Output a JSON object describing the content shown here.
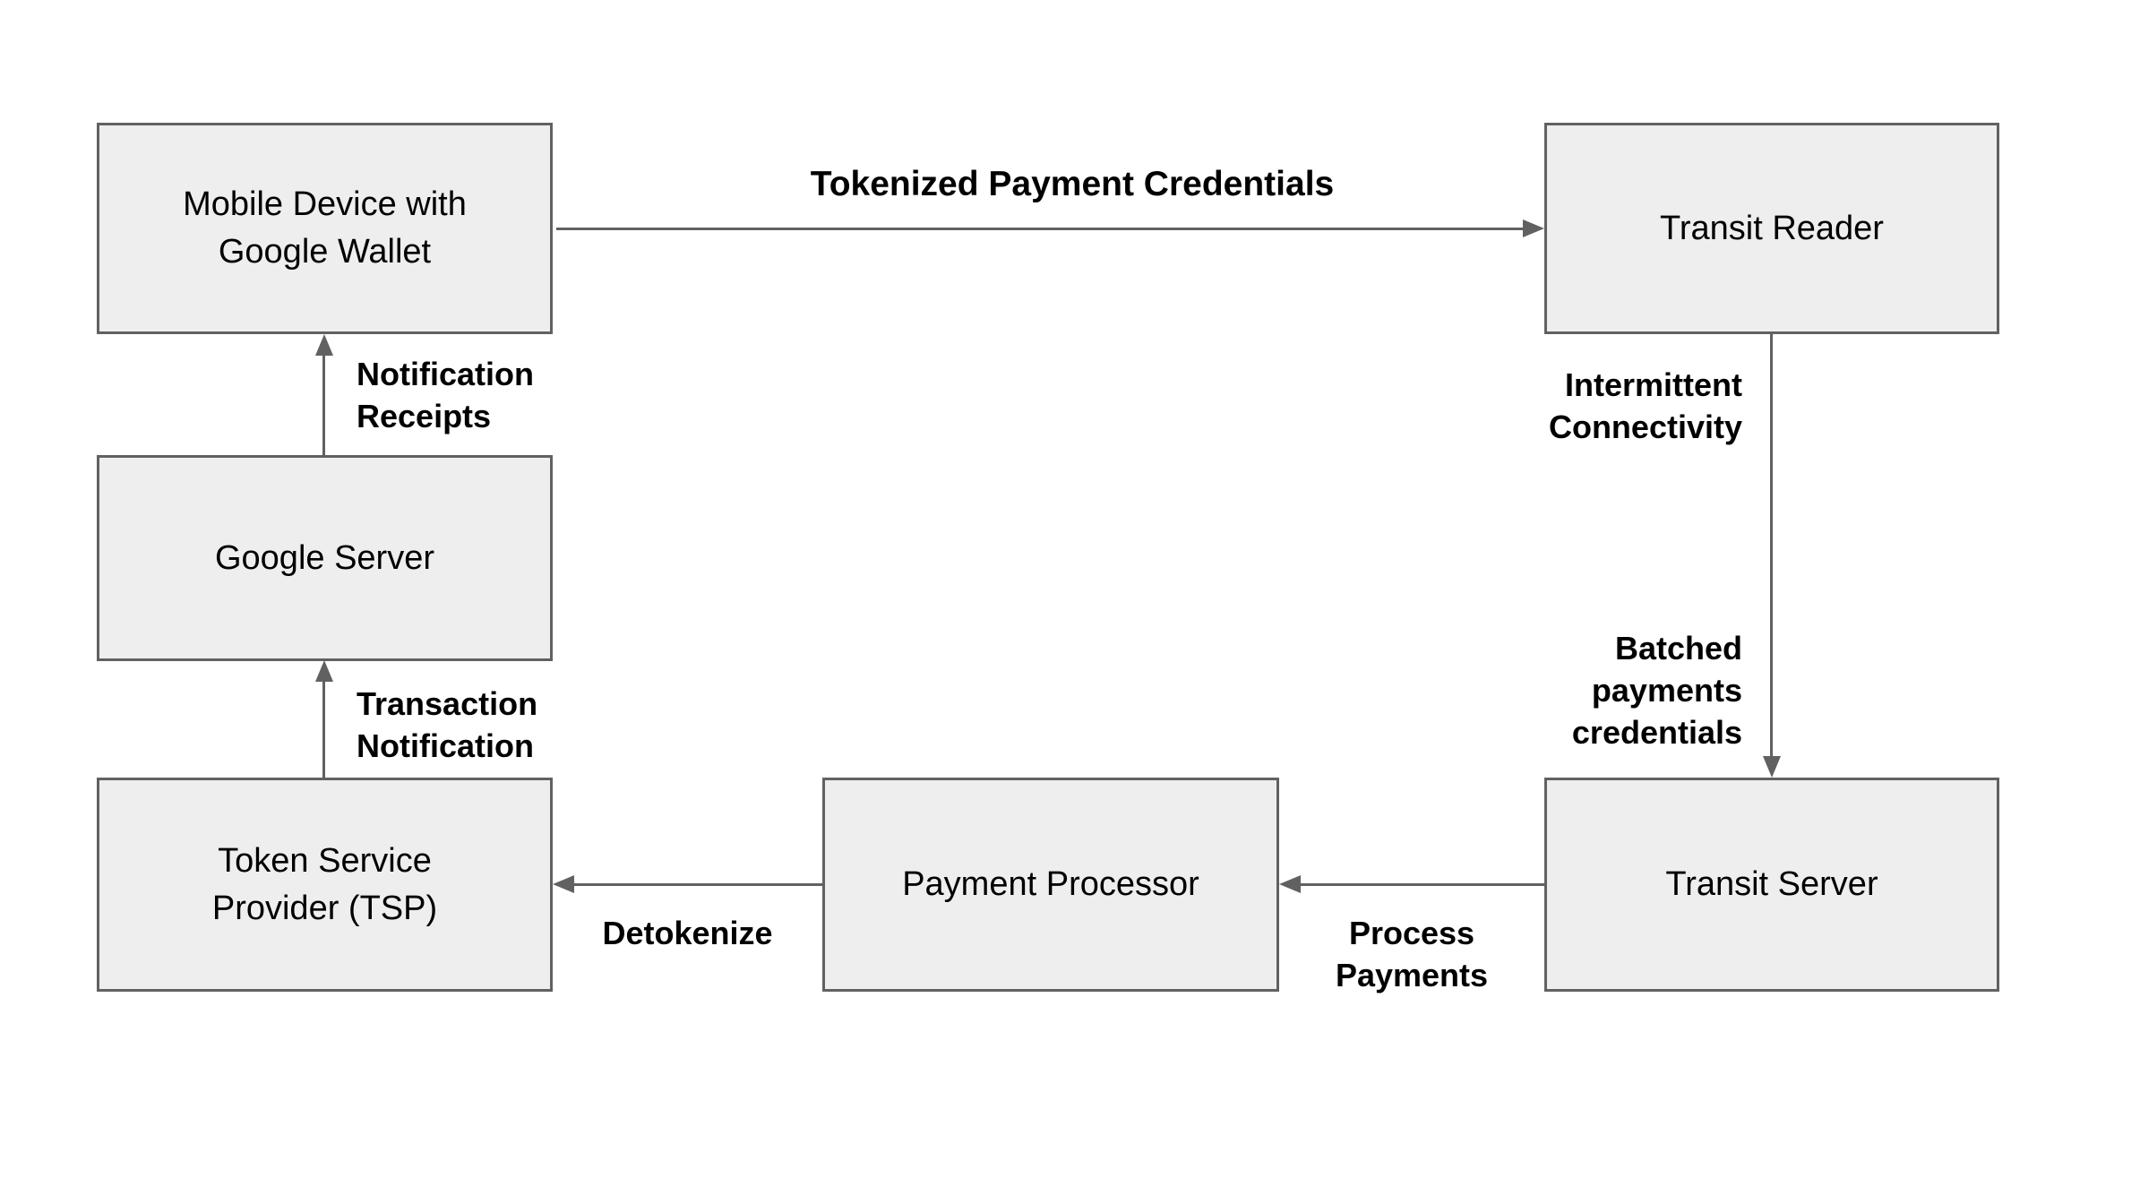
{
  "diagram": {
    "colors": {
      "background": "#ffffff",
      "node_fill": "#eeeeee",
      "node_border": "#616161",
      "arrow": "#616161",
      "label_text": "#000000"
    },
    "nodes": {
      "mobile_device": {
        "lines": [
          "Mobile Device with",
          "Google Wallet"
        ]
      },
      "transit_reader": {
        "lines": [
          "Transit Reader"
        ]
      },
      "google_server": {
        "lines": [
          "Google Server"
        ]
      },
      "tsp": {
        "lines": [
          "Token Service",
          "Provider (TSP)"
        ]
      },
      "payment_processor": {
        "lines": [
          "Payment Processor"
        ]
      },
      "transit_server": {
        "lines": [
          "Transit Server"
        ]
      }
    },
    "edges": {
      "tokenized": {
        "lines": [
          "Tokenized Payment Credentials"
        ]
      },
      "intermittent": {
        "lines": [
          "Intermittent",
          "Connectivity"
        ]
      },
      "batched": {
        "lines": [
          "Batched",
          "payments",
          "credentials"
        ]
      },
      "process": {
        "lines": [
          "Process",
          "Payments"
        ]
      },
      "detokenize": {
        "lines": [
          "Detokenize"
        ]
      },
      "transaction": {
        "lines": [
          "Transaction",
          "Notification"
        ]
      },
      "notification": {
        "lines": [
          "Notification",
          "Receipts"
        ]
      }
    }
  }
}
